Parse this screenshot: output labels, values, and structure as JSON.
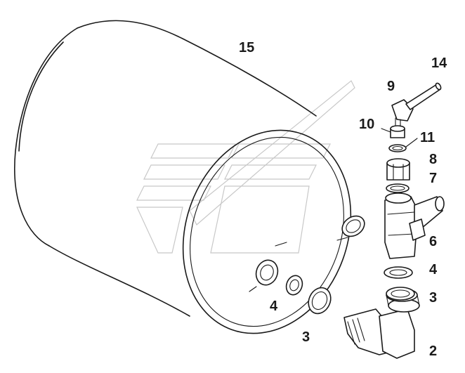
{
  "diagram": {
    "part_labels": {
      "p15": "15",
      "p14": "14",
      "p9": "9",
      "p10": "10",
      "p11": "11",
      "p8": "8",
      "p7": "7",
      "p6": "6",
      "p4_right": "4",
      "p3_right": "3",
      "p2": "2",
      "p4_left": "4",
      "p3_left": "3"
    },
    "parts": {
      "p15": "air-reservoir-tank",
      "p14": "drain-cable",
      "p9": "elbow-fitting",
      "p10": "nut",
      "p11": "o-ring",
      "p8": "union-nut",
      "p7": "seal-ring",
      "p6": "drain-valve",
      "p4": "sealing-washer",
      "p3": "sealing-ring",
      "p2": "elbow-connector"
    },
    "icons": {
      "watermark": "logo-watermark"
    }
  }
}
